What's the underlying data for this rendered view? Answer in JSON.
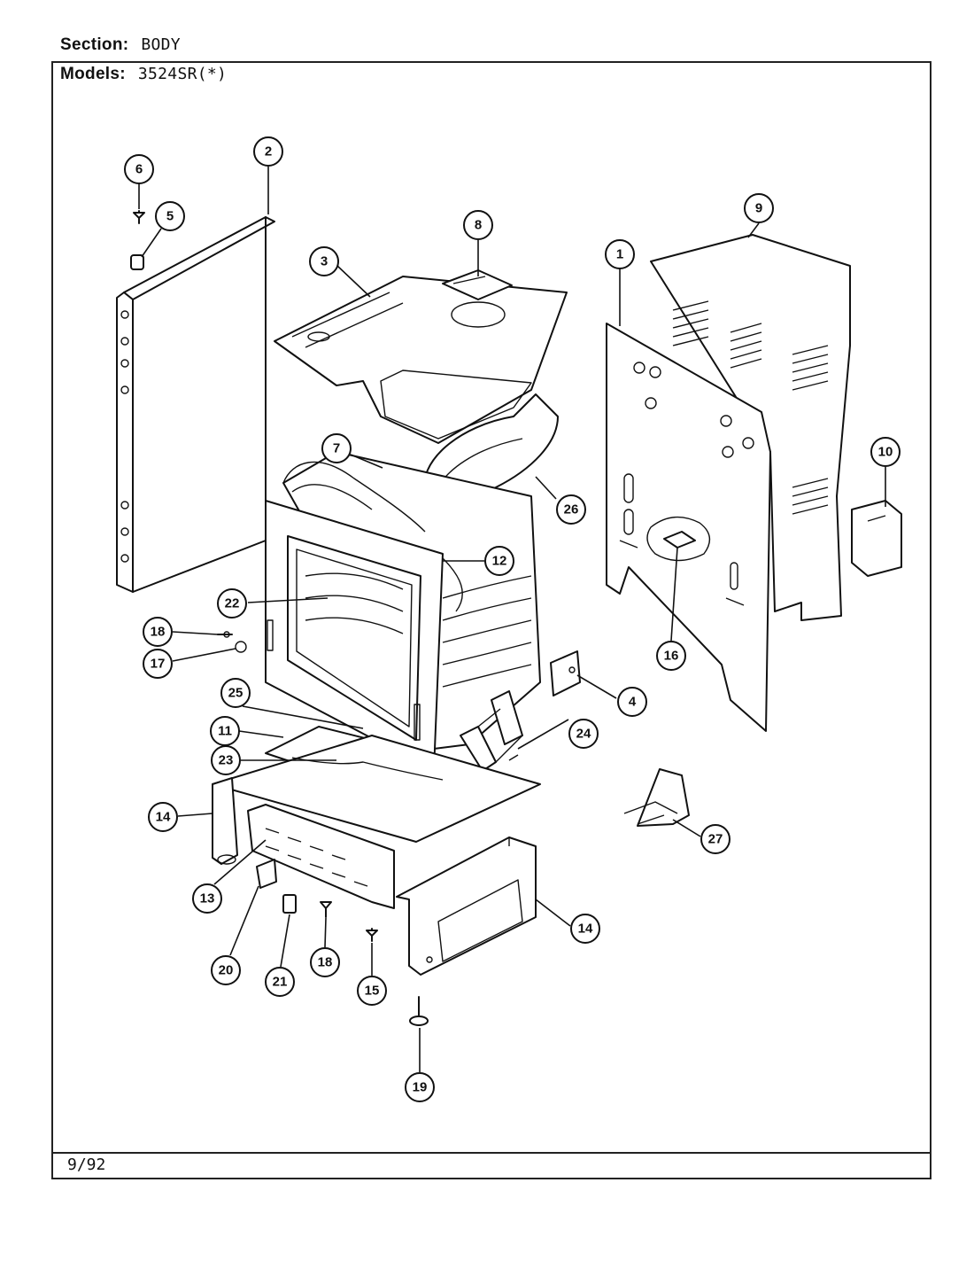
{
  "header": {
    "section_label": "Section:",
    "section_value": "BODY",
    "models_label": "Models:",
    "models_value": "3524SR(*)"
  },
  "footer": {
    "date": "9/92"
  },
  "callouts": {
    "c1": "1",
    "c2": "2",
    "c3": "3",
    "c4": "4",
    "c5": "5",
    "c6": "6",
    "c7": "7",
    "c8": "8",
    "c9": "9",
    "c10": "10",
    "c11": "11",
    "c12": "12",
    "c13": "13",
    "c14a": "14",
    "c14b": "14",
    "c15": "15",
    "c16": "16",
    "c17": "17",
    "c18a": "18",
    "c18b": "18",
    "c19": "19",
    "c20": "20",
    "c21": "21",
    "c22": "22",
    "c23": "23",
    "c24": "24",
    "c25": "25",
    "c26": "26",
    "c27": "27"
  }
}
